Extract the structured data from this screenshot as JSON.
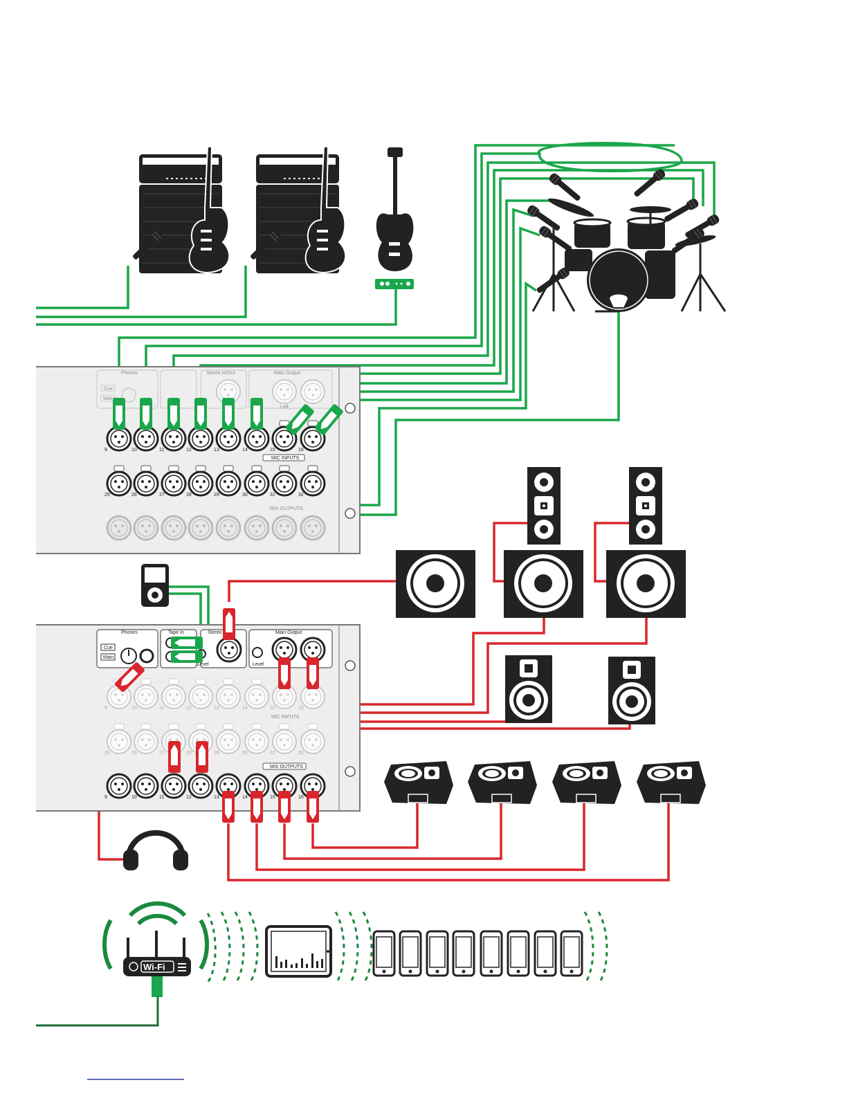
{
  "colors": {
    "input_cable": "#1aa64a",
    "output_cable": "#d9262c",
    "network_cable": "#1d6b34",
    "wireless_arc": "#1a8a3e",
    "device": "#222222",
    "rack": "#eeeeee",
    "rack_border": "#777777",
    "footer_link": "#2b3aa8"
  },
  "rack_top": {
    "sections": {
      "phones": "Phones",
      "cue": "Cue",
      "main": "Main",
      "stereo_in": "Stereo In/Out",
      "main_output": "Main Output",
      "left": "Left"
    },
    "mic_inputs_label": "MIC INPUTS",
    "mix_outputs_label": "MIX OUTPUTS",
    "row1_numbers": [
      "9",
      "10",
      "11",
      "12",
      "13",
      "14",
      "15",
      "16"
    ],
    "row2_numbers": [
      "25",
      "26",
      "27",
      "28",
      "29",
      "30",
      "31",
      "32"
    ]
  },
  "rack_bottom": {
    "sections": {
      "phones": "Phones",
      "cue": "Cue",
      "main": "Main",
      "tape_in": "Tape In",
      "stereo_out": "Stereo Out",
      "main_output": "Main Output",
      "level": "Level"
    },
    "mic_inputs_label": "MIC INPUTS",
    "mix_outputs_label": "MIX OUTPUTS",
    "row1_numbers": [
      "9",
      "10",
      "11",
      "12",
      "13",
      "14",
      "15",
      "16"
    ],
    "row2_numbers": [
      "25",
      "26",
      "27",
      "28",
      "29",
      "30",
      "31",
      "32"
    ],
    "row3_numbers": [
      "9",
      "10",
      "11",
      "12",
      "13",
      "14",
      "15",
      "16"
    ]
  },
  "router": {
    "label": "Wi-Fi"
  },
  "icons": [
    "guitar-amp-icon",
    "electric-guitar-icon",
    "bass-guitar-icon",
    "di-box-icon",
    "drum-kit-icon",
    "microphone-icon",
    "mp3-player-icon",
    "subwoofer-icon",
    "speaker-icon",
    "stage-monitor-icon",
    "headphones-icon",
    "wifi-router-icon",
    "tablet-icon",
    "phone-icon"
  ]
}
